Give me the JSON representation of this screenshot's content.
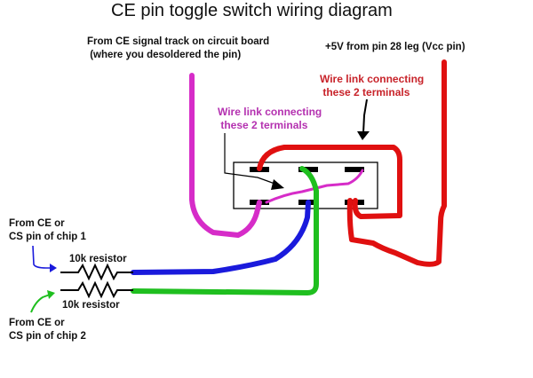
{
  "title": "CE pin toggle switch wiring diagram",
  "labels": {
    "ce_signal": "From CE signal track on circuit board\n (where you desoldered the pin)",
    "vcc": "+5V from pin 28 leg (Vcc pin)",
    "red_link": "Wire link connecting\n these 2 terminals",
    "magenta_link": "Wire link connecting\n these 2 terminals",
    "chip1": "From CE or\nCS pin of chip 1",
    "chip2": "From CE or\nCS pin of chip 2",
    "resistor1": "10k resistor",
    "resistor2": "10k resistor"
  },
  "colors": {
    "red_wire": "#e01010",
    "magenta_wire": "#d62cc8",
    "blue_wire": "#1a1adc",
    "green_wire": "#1fbf1f",
    "black": "#000000"
  },
  "components": {
    "switch": "DPDT toggle switch (6 terminals)",
    "resistors": [
      "10k",
      "10k"
    ]
  }
}
